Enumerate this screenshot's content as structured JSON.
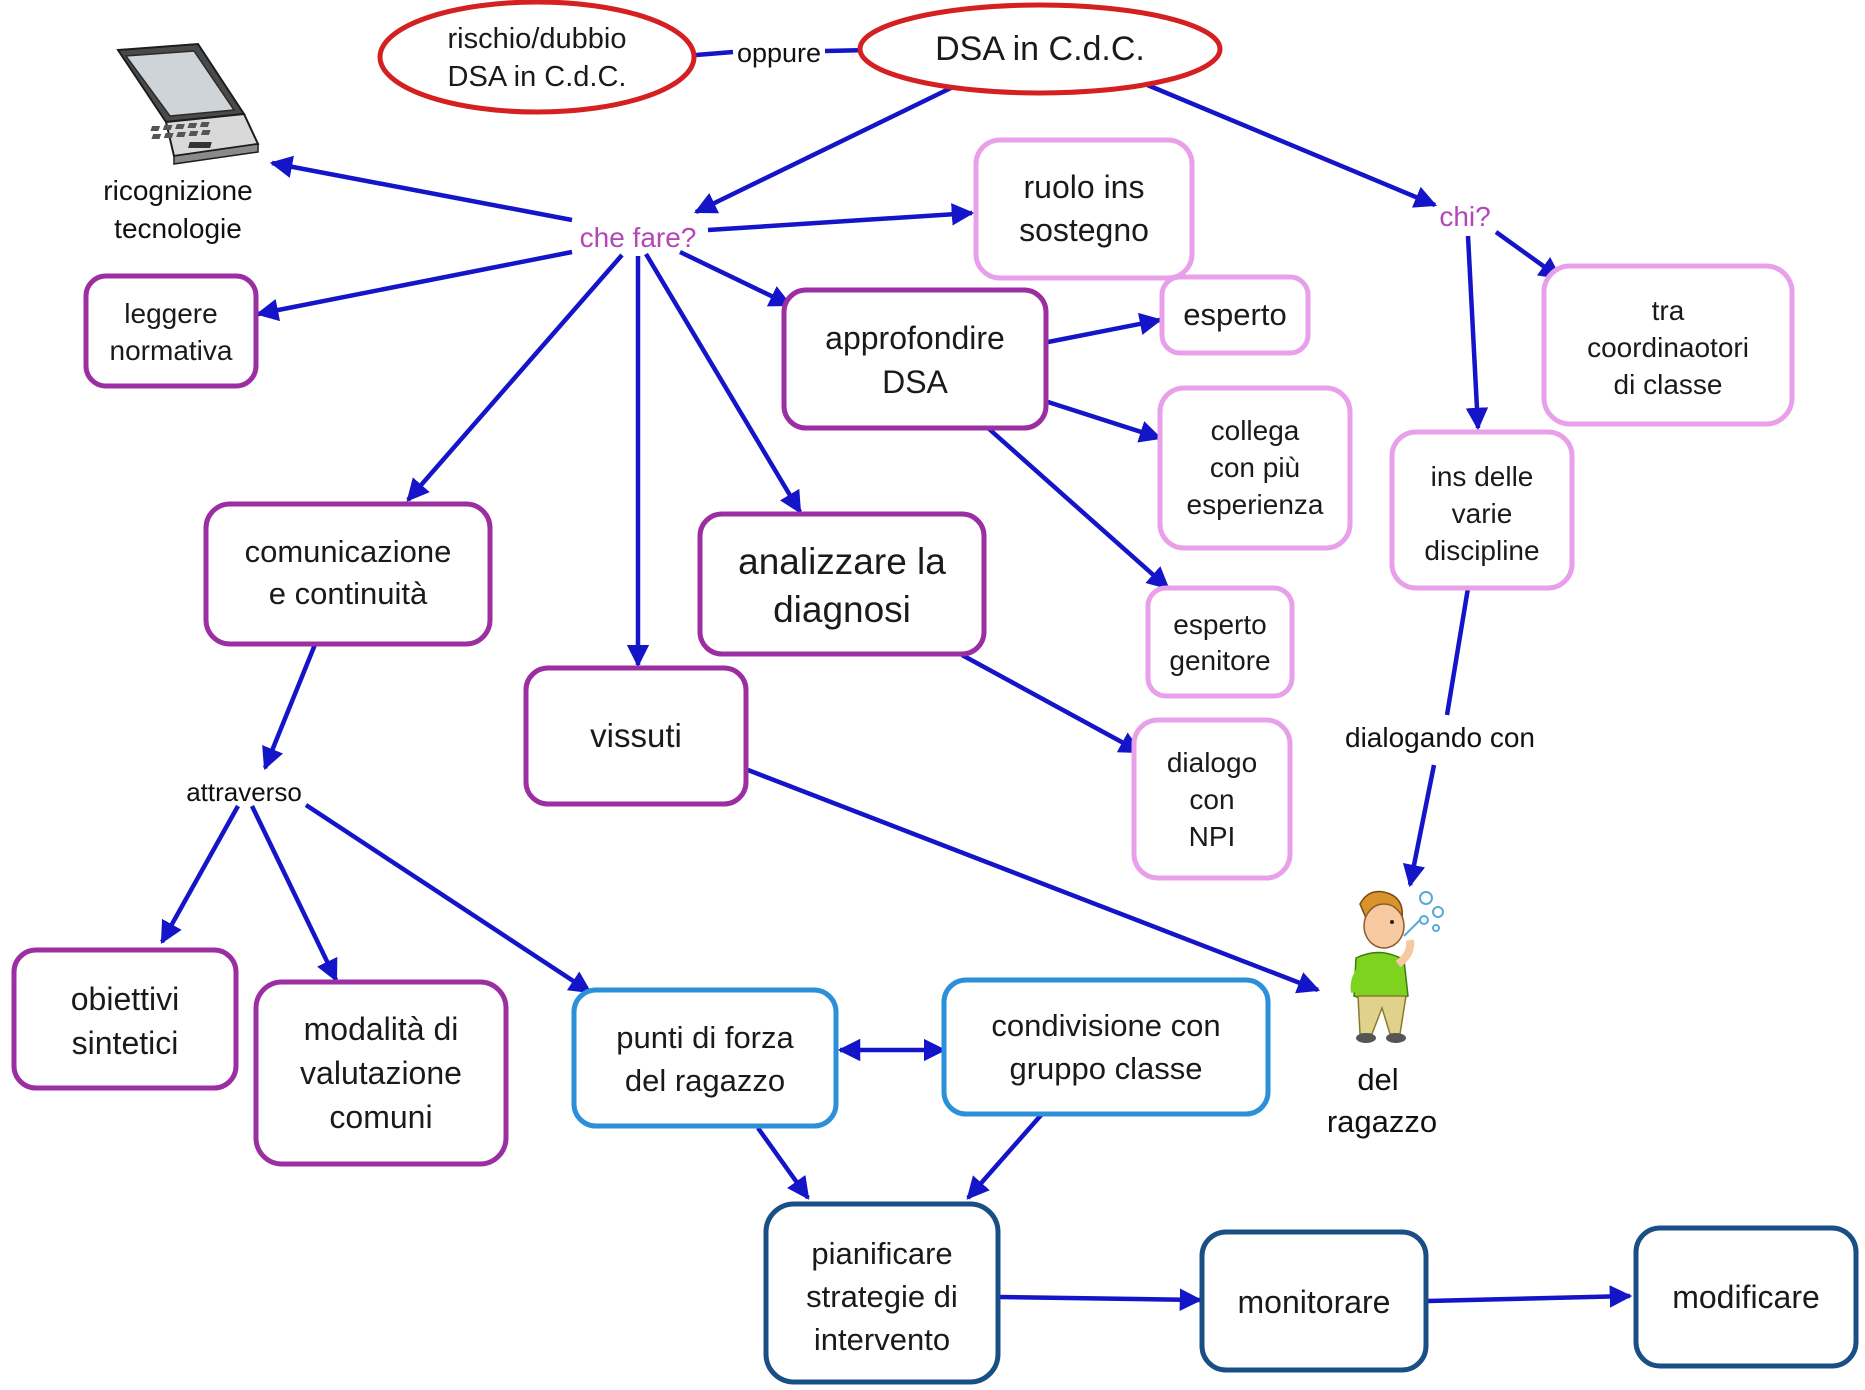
{
  "colors": {
    "edge": "#1414c8",
    "red": "#d42020",
    "purple": "#9b2fa1",
    "pink": "#e9a0ea",
    "lightblue": "#2b8fd9",
    "darkblue": "#1a4f86",
    "label_purple": "#b347b8"
  },
  "nodes": {
    "rischio": [
      "rischio/dubbio",
      "DSA in C.d.C."
    ],
    "dsa_cdc": [
      "DSA in C.d.C."
    ],
    "ruolo": [
      "ruolo ins",
      "sostegno"
    ],
    "esperto": [
      "esperto"
    ],
    "approfondire": [
      "approfondire",
      "DSA"
    ],
    "leggere": [
      "leggere",
      "normativa"
    ],
    "collega": [
      "collega",
      "con più",
      "esperienza"
    ],
    "tra_coord": [
      "tra",
      "coordinaotori",
      "di classe"
    ],
    "ins_delle": [
      "ins delle",
      "varie",
      "discipline"
    ],
    "comunicazione": [
      "comunicazione",
      "e continuità"
    ],
    "analizzare": [
      "analizzare la",
      "diagnosi"
    ],
    "esperto_gen": [
      "esperto",
      "genitore"
    ],
    "vissuti": [
      "vissuti"
    ],
    "dialogo_npi": [
      "dialogo",
      "con",
      "NPI"
    ],
    "obiettivi": [
      "obiettivi",
      "sintetici"
    ],
    "modalita": [
      "modalità di",
      "valutazione",
      "comuni"
    ],
    "punti": [
      "punti di forza",
      "del ragazzo"
    ],
    "condivisione": [
      "condivisione con",
      "gruppo classe"
    ],
    "pianificare": [
      "pianificare",
      "strategie di",
      "intervento"
    ],
    "monitorare": [
      "monitorare"
    ],
    "modificare": [
      "modificare"
    ]
  },
  "labels": {
    "oppure": "oppure",
    "che_fare": "che fare?",
    "chi": "chi?",
    "attraverso": "attraverso",
    "dialogando": "dialogando con",
    "ricognizione": [
      "ricognizione",
      "tecnologie"
    ],
    "del_ragazzo": [
      "del",
      "ragazzo"
    ]
  },
  "icons": {
    "laptop": "laptop-icon",
    "boy": "boy-blowing-bubbles-icon"
  }
}
